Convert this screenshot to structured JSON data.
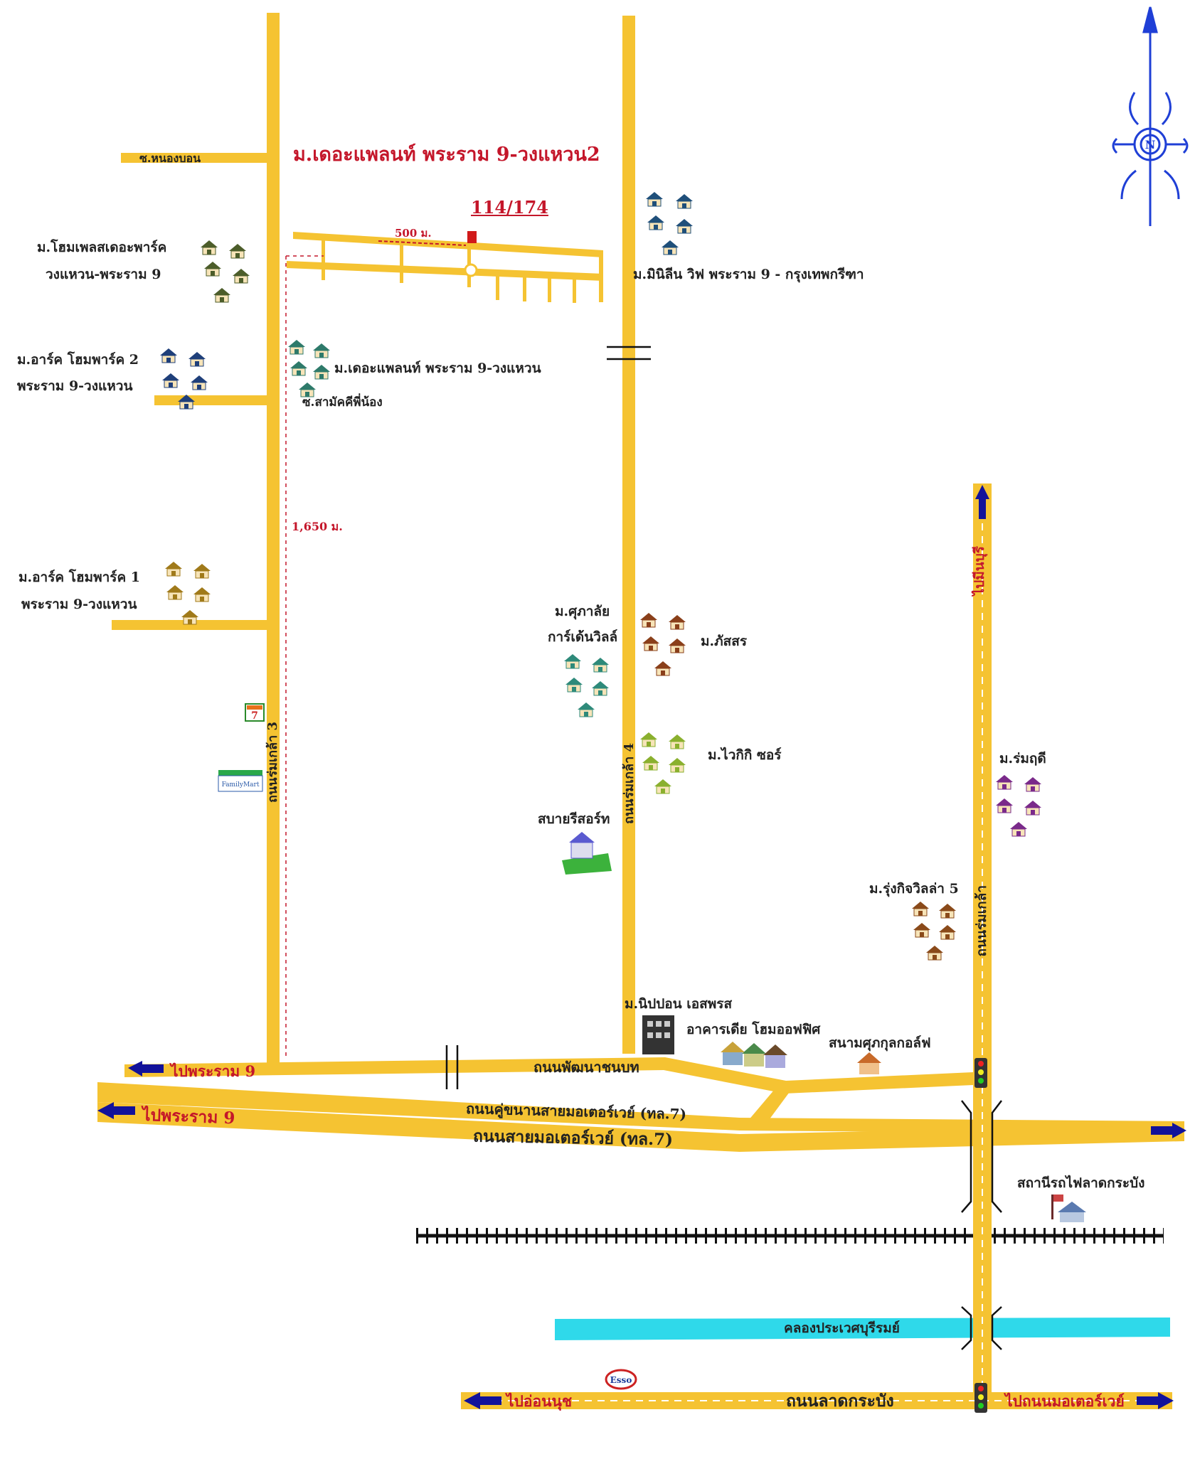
{
  "title": "ม.เดอะแพลนท์ พระราม 9-วงแหวน2",
  "plot_number": "114/174",
  "distance_short": "500 ม.",
  "distance_long": "1,650 ม.",
  "villages": {
    "homeplace": [
      "ม.โฮมเพลสเดอะพาร์ค",
      "วงแหวน-พระราม 9"
    ],
    "arc_homepark_2": [
      "ม.อาร์ค โฮมพาร์ค 2",
      "พระราม 9-วงแหวน"
    ],
    "arc_homepark_1": [
      "ม.อาร์ค โฮมพาร์ค 1",
      "พระราม 9-วงแหวน"
    ],
    "plant_ring": "ม.เดอะแพลนท์ พระราม 9-วงแหวน",
    "mini_life": "ม.มินิลีน วิฟ พระราม 9 - กรุงเทพกรีฑา",
    "sukanya": [
      "ม.ศุภาลัย",
      "การ์เด้นวิลล์"
    ],
    "phatchara": "ม.ภัสสร",
    "vigitto": "ม.ไวกิกิ ซอร์",
    "sabai_resort": "สบายรีสอร์ท",
    "rungkit": "ม.รุ่งกิจวิลล่า 5",
    "romruedee": "ม.ร่มฤดี",
    "nipon": "ม.นิปปอน เอสพรส",
    "apartment": "อาคารเดีย โฮมออฟฟิศ",
    "golf": "สนามศุภกุลกอล์ฟ",
    "station": "สถานีรถไฟลาดกระบัง"
  },
  "roads": {
    "soi_top": "ซ.หนองบอน",
    "soi_mid": "ซ.สามัคคีพี่น้อง",
    "left_road": "ถนนร่มเกล้า 3",
    "mid_road": "ถนนร่มเกล้า 4",
    "right_road": "ถนนร่มเกล้า",
    "pattanachanabot": "ถนนพัฒนาชนบท",
    "frontage": "ถนนคู่ขนานสายมอเตอร์เวย์ (ทล.7)",
    "motorway": "ถนนสายมอเตอร์เวย์ (ทล.7)",
    "canal": "คลองประเวศบุรีรมย์",
    "ladkrabang": "ถนนลาดกระบัง"
  },
  "directions": {
    "to_rama9_upper": "ไปพระราม 9",
    "to_rama9_lower": "ไปพระราม 9",
    "to_minburi": "ไปมีนบุรี",
    "to_onnut": "ไปอ่อนนุช",
    "to_motorway_east": "ไปถนนมอเตอร์เวย์"
  },
  "compass_letter": "N",
  "icon_labels": {
    "seven_eleven": "7",
    "familymart": "FamilyMart",
    "esso": "Esso"
  },
  "colors": {
    "road": "#f5c332",
    "road_edge": "#e0a91e",
    "arrow_blue": "#12129a",
    "canal": "#2fd9ea",
    "label_red": "#c4162a",
    "compass": "#1f3fd6"
  }
}
